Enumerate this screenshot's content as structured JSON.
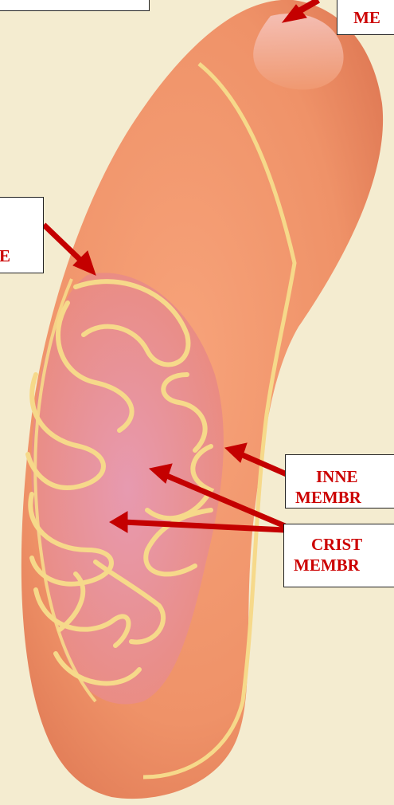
{
  "colors": {
    "background": "#f4ecd0",
    "mitochondrion_outer": "#f09a72",
    "membrane_stroke": "#f6d98a",
    "matrix": "#e98a86",
    "arrow": "#c40000",
    "label_text": "#cc0000"
  },
  "labels": {
    "top_left_box": "",
    "outer_membrane": "ME",
    "intermembrane": "E",
    "inner_membrane_line1": "INNE",
    "inner_membrane_line2": "MEMBR",
    "cristae_line1": "CRIST",
    "cristae_line2": "MEMBR"
  }
}
